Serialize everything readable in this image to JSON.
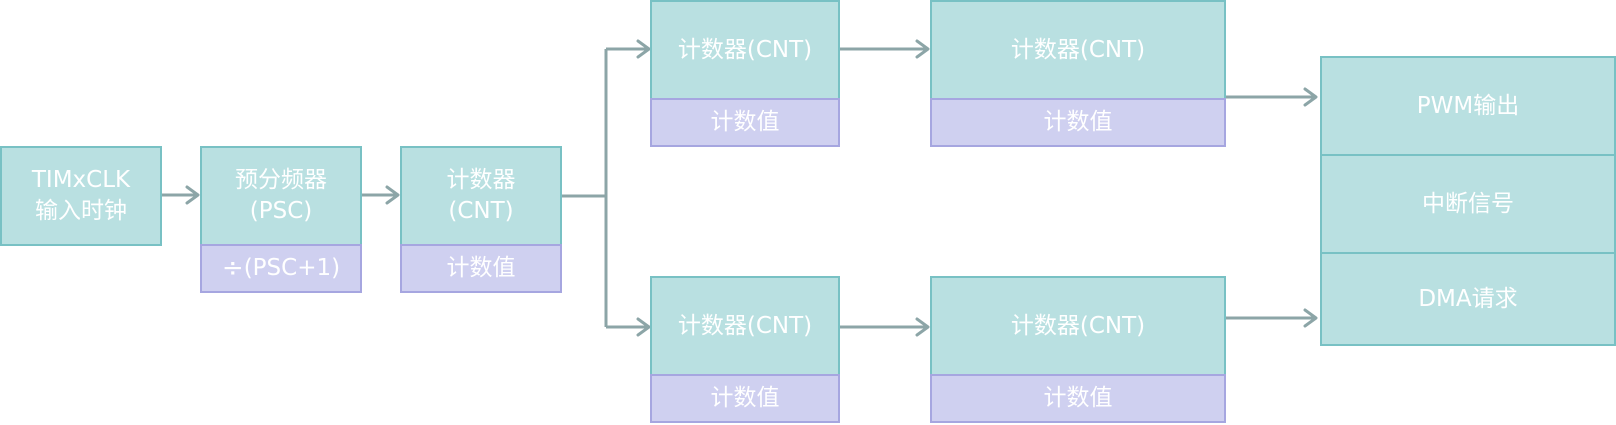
{
  "blocks": {
    "clock": {
      "line1": "TIMxCLK",
      "line2": "输入时钟"
    },
    "prescaler": {
      "line1": "预分频器",
      "line2": "(PSC)",
      "divide_symbol": "÷",
      "sub_label": "(PSC+1)"
    },
    "counter_main": {
      "line1": "计数器",
      "line2": "(CNT)",
      "sub_label": "计数值"
    },
    "counter_top_1": {
      "label": "计数器(CNT)",
      "sub_label": "计数值"
    },
    "counter_top_2": {
      "label": "计数器(CNT)",
      "sub_label": "计数值"
    },
    "counter_bottom_1": {
      "label": "计数器(CNT)",
      "sub_label": "计数值"
    },
    "counter_bottom_2": {
      "label": "计数器(CNT)",
      "sub_label": "计数值"
    },
    "outputs": [
      {
        "label": "PWM输出"
      },
      {
        "label": "中断信号"
      },
      {
        "label": "DMA请求"
      }
    ]
  },
  "colors": {
    "block_fill": "#b9e0e1",
    "block_border": "#78c1c4",
    "sub_fill": "#cfd0f0",
    "sub_border": "#a6a6e0",
    "wire": "#8ca5a7",
    "text": "#ffffff"
  }
}
